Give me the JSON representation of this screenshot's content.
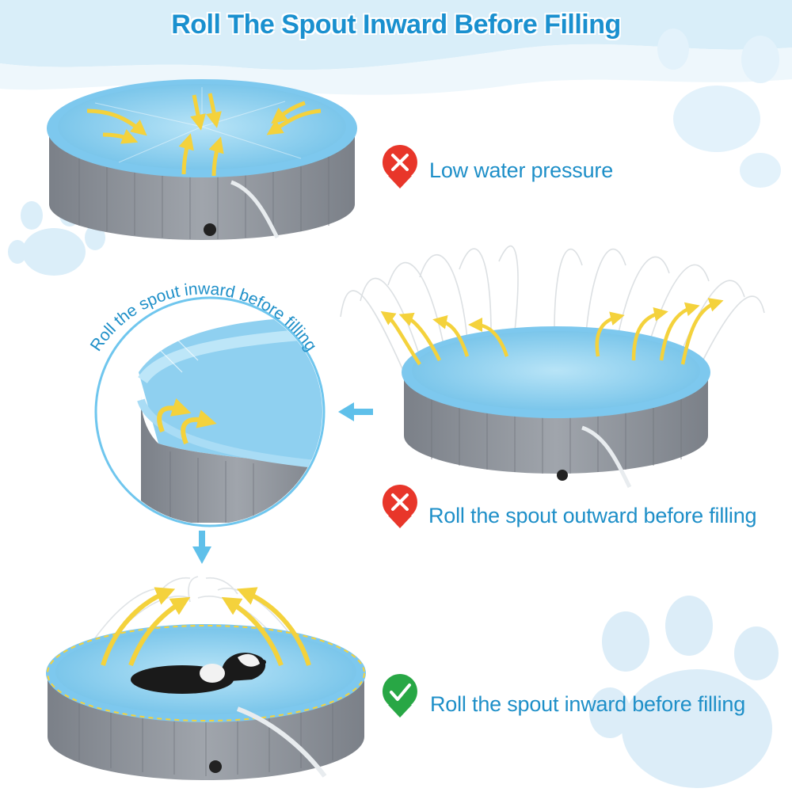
{
  "title": "Roll The Spout Inward Before Filling",
  "steps": [
    {
      "status": "wrong",
      "icon": "cross-mark-icon",
      "text": "Low water pressure"
    },
    {
      "status": "wrong",
      "icon": "cross-mark-icon",
      "text": "Roll the spout outward before filling"
    },
    {
      "status": "right",
      "icon": "check-mark-icon",
      "text": "Roll the spout inward before filling"
    }
  ],
  "callout_text": "Roll the spout inward before filling",
  "colors": {
    "accent_blue": "#1e8fc8",
    "wrong_red": "#e8362a",
    "right_green": "#28a745",
    "arrow_yellow": "#f4d23c",
    "pool_wall_gray": "#8f949b",
    "pool_water": "#9fd7f2"
  }
}
